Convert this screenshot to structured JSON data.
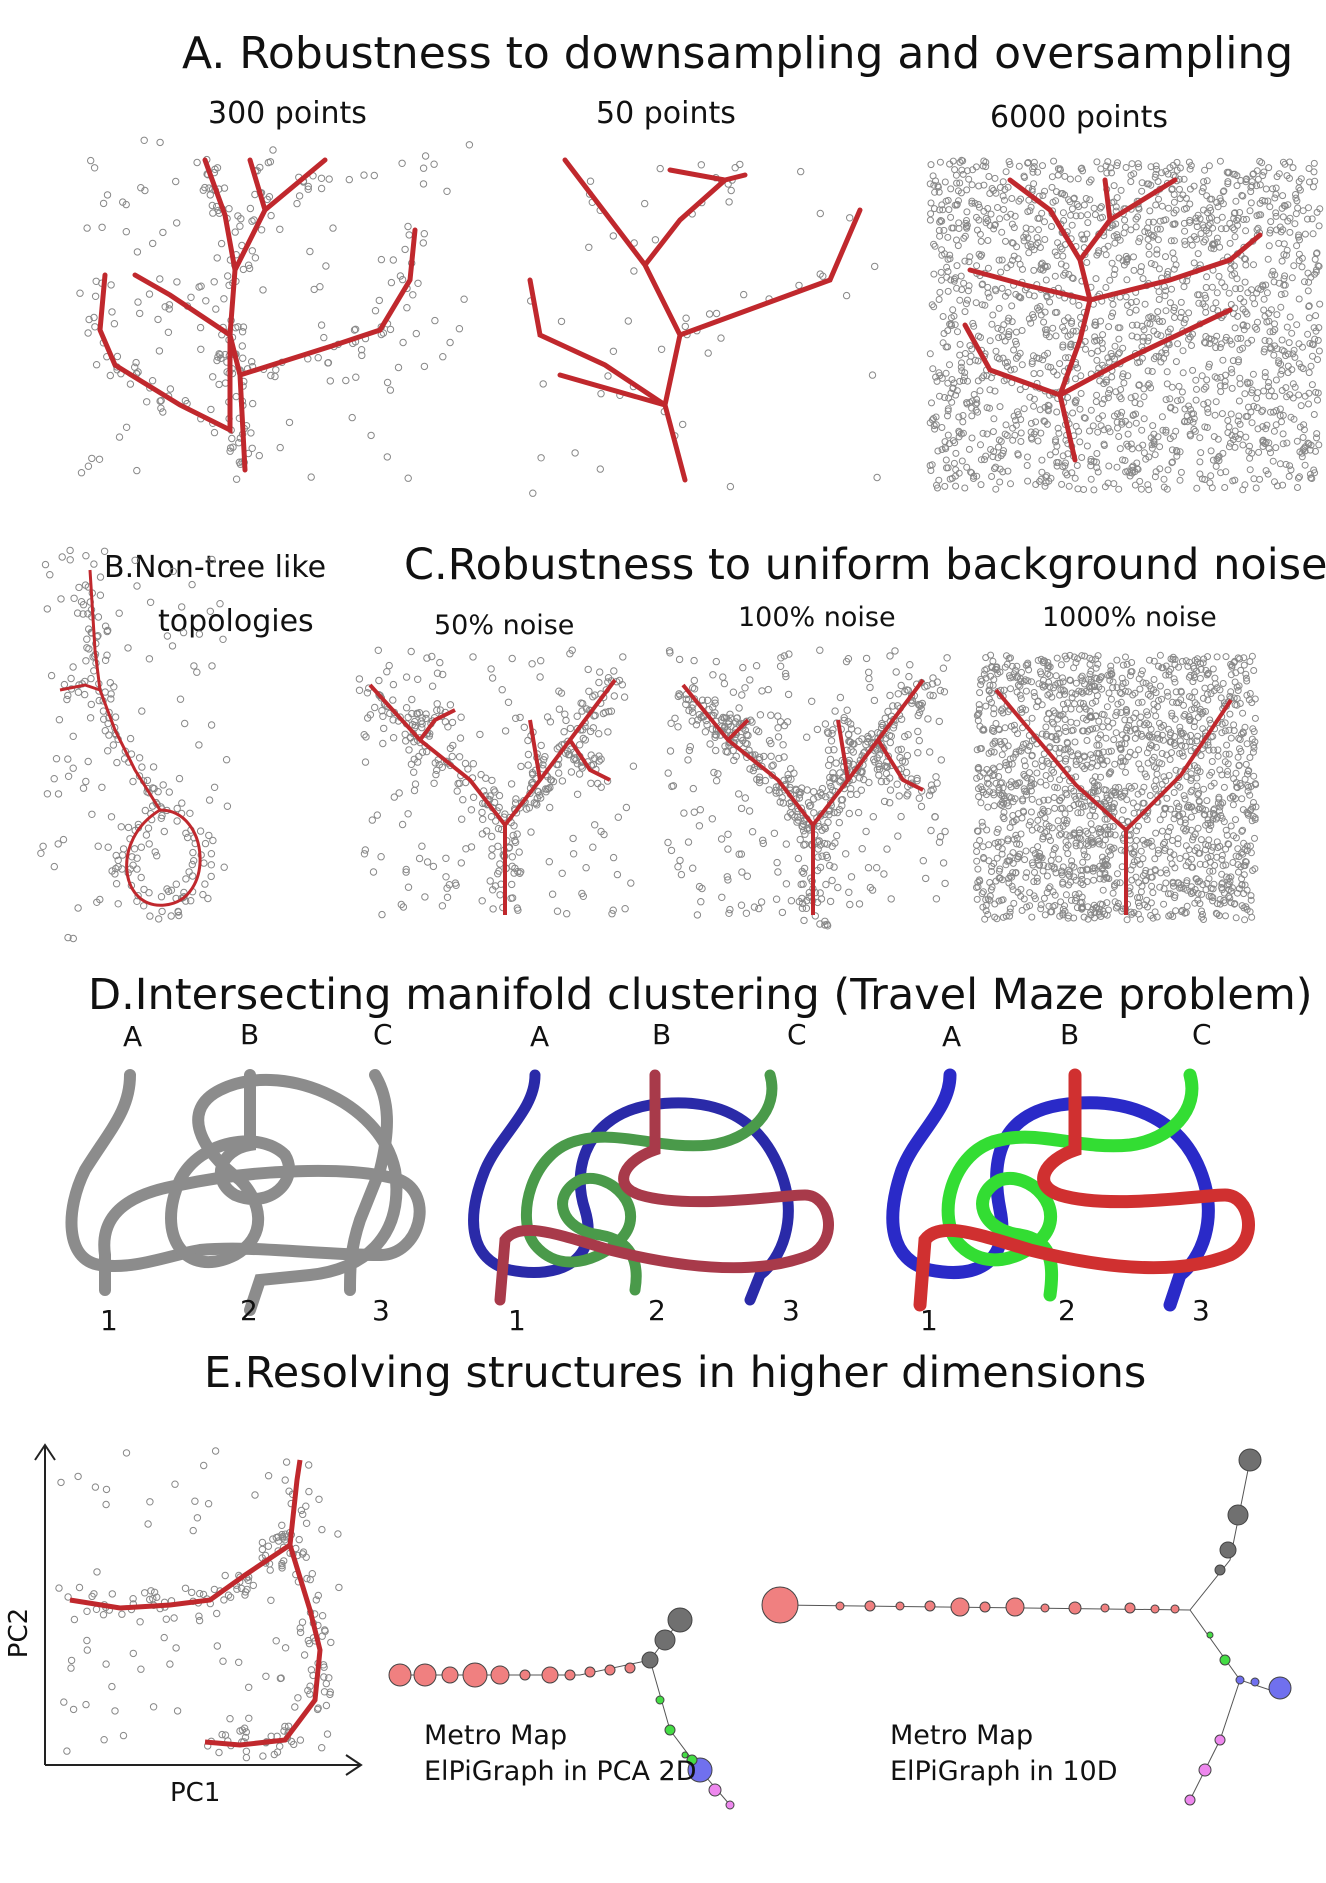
{
  "section_a": {
    "title": "A. Robustness to downsampling and oversampling",
    "panels": [
      "300 points",
      "50 points",
      "6000 points"
    ]
  },
  "section_b": {
    "title_line1": "B.Non-tree like",
    "title_line2": "topologies"
  },
  "section_c": {
    "title": "C.Robustness to uniform background noise",
    "panels": [
      "50% noise",
      "100% noise",
      "1000% noise"
    ]
  },
  "section_d": {
    "title": "D.Intersecting manifold clustering (Travel Maze problem)",
    "top_labels": [
      "A",
      "B",
      "C"
    ],
    "bottom_labels": [
      "1",
      "2",
      "3"
    ]
  },
  "section_e": {
    "title": "E.Resolving structures in higher dimensions",
    "axis_x": "PC1",
    "axis_y": "PC2",
    "metro_2d_line1": "Metro Map",
    "metro_2d_line2": "ElPiGraph in PCA 2D",
    "metro_10d_line1": "Metro Map",
    "metro_10d_line2": "ElPiGraph in 10D"
  },
  "colors": {
    "tree": "#c0282d",
    "points": "#888888",
    "maze_gray": "#8c8c8c",
    "maze_blue": "#2a2aa8",
    "maze_green": "#33cc33",
    "maze_red": "#c83232",
    "node_red": "#f08080",
    "node_gray": "#707070",
    "node_green": "#44dd44",
    "node_blue": "#7070ee",
    "node_pink": "#ee88ee"
  }
}
